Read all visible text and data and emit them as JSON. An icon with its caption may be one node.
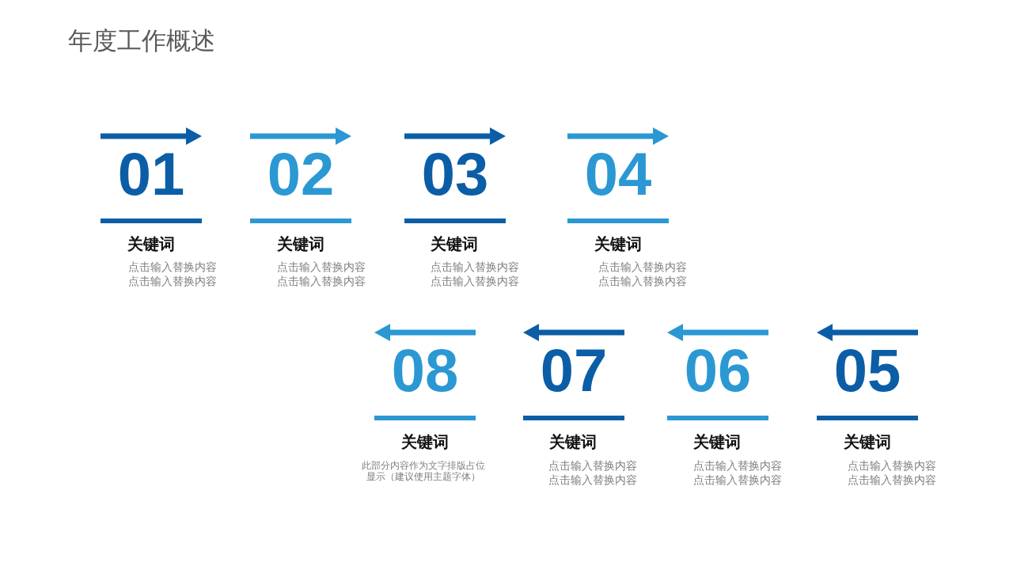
{
  "diagram": {
    "title": "年度工作概述",
    "labels": [
      "01",
      "关键词",
      "点击输入替换内容点击输入替换内容",
      "02",
      "关键词",
      "点击输入替换内容点击输入替换内容",
      "03",
      "关键词",
      "点击输入替换内容点击输入替换内容",
      "04",
      "关键词",
      "点击输入替换内容点击输入替换内容",
      "08",
      "关键词",
      "此部分内容作为文字排版占位显示（建议使用主题字体）",
      "07",
      "关键词",
      "点击输入替换内容点击输入替换内容",
      "06",
      "关键词",
      "点击输入替换内容点击输入替换内容",
      "05",
      "关键词",
      "点击输入替换内容点击输入替换内容"
    ]
  }
}
